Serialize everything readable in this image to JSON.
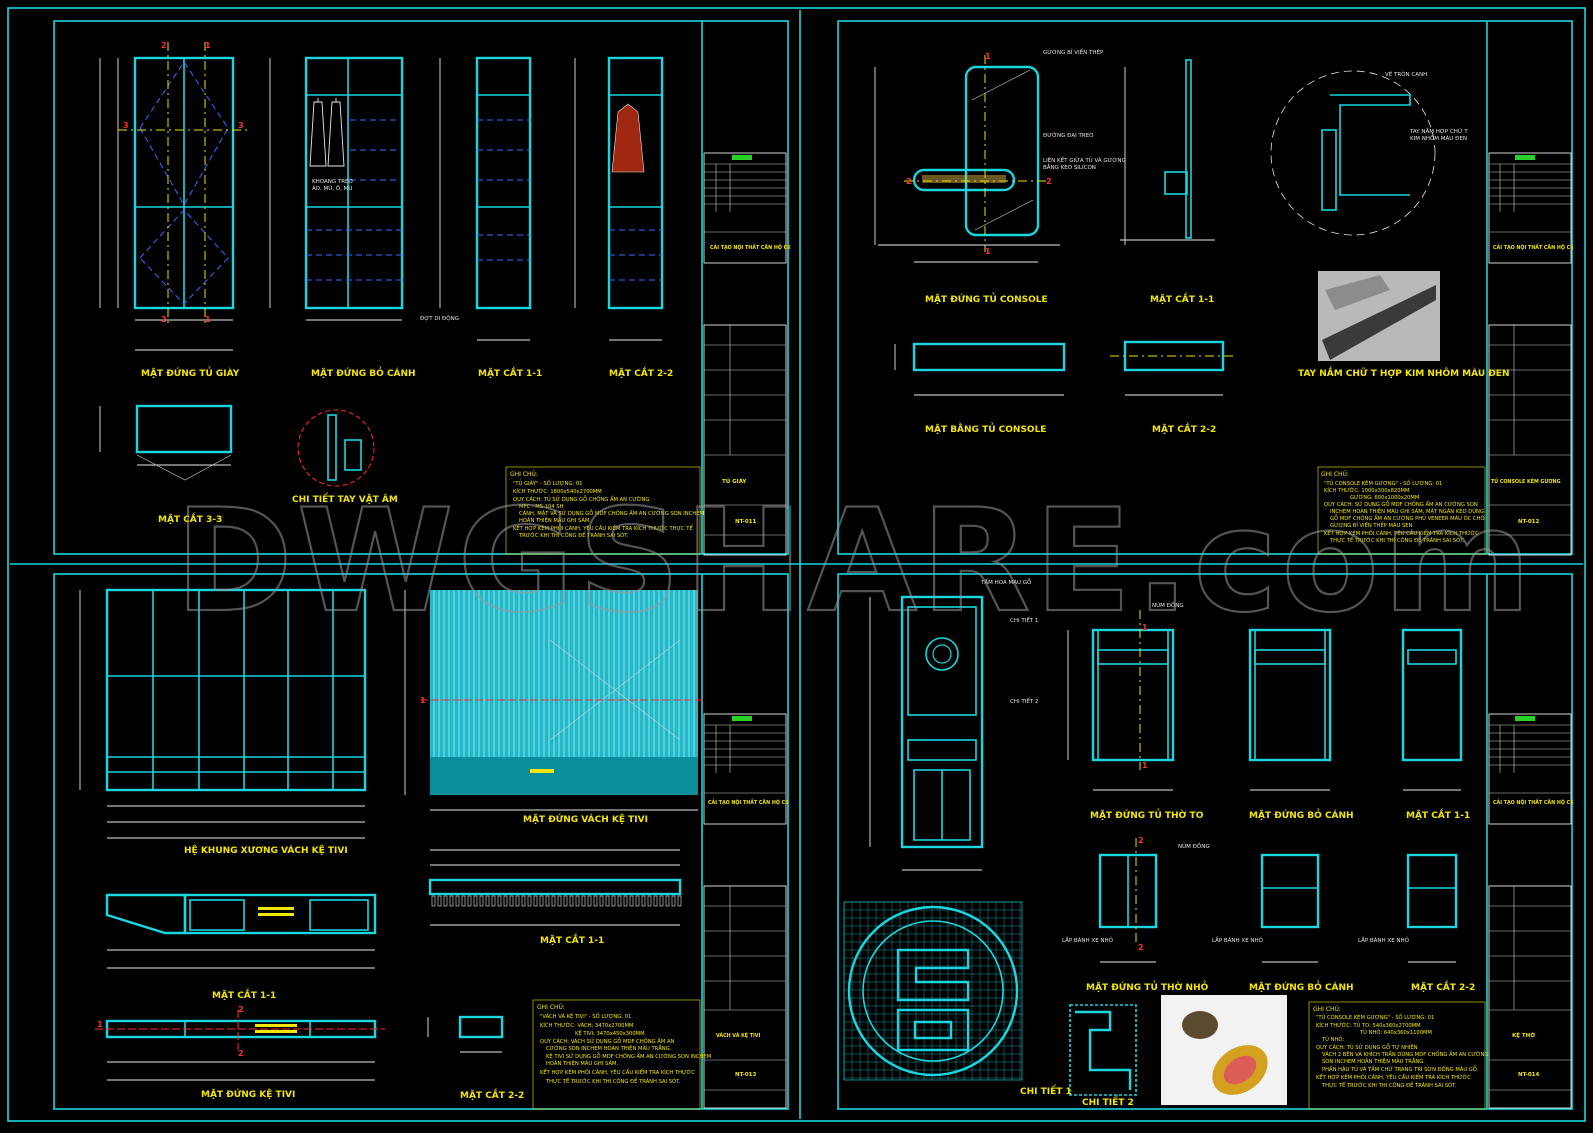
{
  "watermark": "DWGSHARE.com",
  "sheets": {
    "sheet1": {
      "labels": [
        "MẶT ĐỨNG TỦ GIÀY",
        "MẶT ĐỨNG BỎ CÁNH",
        "MẶT CẮT 1-1",
        "MẶT CẮT 2-2",
        "MẶT CẮT 3-3",
        "CHI TIẾT TAY VẶT ÂM"
      ],
      "annotations": [
        "KHOANG TREO",
        "ÁO, MŨ, Ô, MŨ",
        "ĐỢT DI ĐỘNG"
      ],
      "note_title": "GHI CHÚ:",
      "note_lines": [
        "\"TỦ GIÀY\" - SỐ LƯỢNG: 01",
        "KÍCH THƯỚC: 1800x540x2700MM",
        "QUY CÁCH: TỦ SỬ DỤNG GỖ CHỐNG ẨM AN CƯỜNG",
        "MFC - MS 104 SH",
        "CÁNH, MẶT VÀ SỬ DỤNG GỖ MDF CHỐNG ẨM AN CƯỜNG SON INCHEM",
        "HOÀN THIỆN MÀU GHI SÁM.",
        "KẾT HỢP KÈM PHỐI CÁNH, YÊU CẦU KIỂM TRA KÍCH THƯỚC THỰC TẾ",
        "TRƯỚC KHI THI CÔNG ĐỂ TRÁNH SAI SÓT."
      ],
      "tb_company": "CẢI TẠO NỘI THẤT CĂN HỘ C6",
      "tb_drawing": "TỦ GIÀY",
      "tb_code": "NT-011"
    },
    "sheet2": {
      "labels": [
        "MẶT ĐỨNG TỦ CONSOLE",
        "MẶT CẮT 1-1",
        "MẶT BẰNG TỦ CONSOLE",
        "MẶT CẮT 2-2",
        "TAY NẮM CHỮ T HỢP KIM NHÔM MÀU ĐEN"
      ],
      "annotations": [
        "GƯƠNG BỈ VIỀN THÉP",
        "ĐƯỜNG ĐẠI TREO",
        "LIÊN KẾT GIỮA TỦ VÀ GƯƠNG",
        "BẰNG KEO SILICON",
        "VẼ TRÒN CẠNH",
        "TAY NẮM HỢP CHỮ T",
        "KIM NHÔM MÀU ĐEN"
      ],
      "note_title": "GHI CHÚ:",
      "note_lines": [
        "\"TỦ CONSOLE KÈM GƯƠNG\" - SỐ LƯỢNG: 01",
        "KÍCH THƯỚC: 1000x300x820MM",
        "GƯƠNG: 600x1000x20MM",
        "QUY CÁCH: SỬ DỤNG GỖ MDF CHỐNG ẨM AN CƯỜNG SON",
        "INCHEM HOÀN THIỆN MÀU GHI SÁM, MẶT NGĂN KÉO DÙNG",
        "GỖ MDF CHỐNG ẨM AN CƯỜNG PHỦ VENEER MÀU ÓC CHÓ.",
        "GƯƠNG BỈ VIỀN THÉP MÀU SEN.",
        "KẾT HỢP KÈM PHỐI CÁNH, YÊU CẦU KIỂM TRA KÍCH THƯỚC",
        "THỰC TẾ TRƯỚC KHI THI CÔNG ĐỂ TRÁNH SAI SÓT."
      ],
      "tb_company": "CẢI TẠO NỘI THẤT CĂN HỘ C6",
      "tb_drawing": "TỦ CONSOLE KÈM GƯƠNG",
      "tb_code": "NT-012"
    },
    "sheet3": {
      "labels": [
        "HỆ KHUNG XƯƠNG VÁCH KỆ TIVI",
        "MẶT ĐỨNG VÁCH KỆ TIVI",
        "MẶT CẮT 1-1",
        "MẶT CẮT 1-1",
        "MẶT ĐỨNG KỆ TIVI",
        "MẶT CẮT 2-2"
      ],
      "note_title": "GHI CHÚ:",
      "note_lines": [
        "\"VÁCH VÀ KỆ TIVI\" - SỐ LƯỢNG: 01",
        "KÍCH THƯỚC: VÁCH: 3470x2700MM",
        "KỆ TIVI: 3470x450x300MM",
        "QUY CÁCH: VÁCH SỬ DỤNG GỖ MDF CHỐNG ẨM AN",
        "CƯỜNG SON INCHEM HOÀN THIỆN MÀU TRẮNG.",
        "KỆ TIVI SỬ DỤNG GỖ MDF CHỐNG ẨM AN CƯỜNG SON INCHEM",
        "HOÀN THIỆN MÀU GHI SÁM.",
        "KẾT HỢP KÈM PHỐI CÁNH, YÊU CẦU KIỂM TRA KÍCH THƯỚC",
        "THỰC TẾ TRƯỚC KHI THI CÔNG ĐỂ TRÁNH SAI SÓT."
      ],
      "tb_company": "CẢI TẠO NỘI THẤT CĂN HỘ C6",
      "tb_drawing": "VÁCH VÀ KỆ TIVI",
      "tb_code": "NT-013"
    },
    "sheet4": {
      "labels": [
        "MẶT ĐỨNG TỦ THỜ TO",
        "MẶT ĐỨNG BỎ CÁNH",
        "MẶT CẮT 1-1",
        "MẶT ĐỨNG TỦ THỜ NHỎ",
        "MẶT ĐỨNG BỎ CÁNH",
        "MẶT CẮT 2-2",
        "CHI TIẾT 1",
        "CHI TIẾT 2"
      ],
      "annotations": [
        "TẤM HOA MÀU GỖ",
        "CHI TIẾT 1",
        "CHI TIẾT 2",
        "NÚM ĐỒNG",
        "LẮP BÁNH XE NHỎ"
      ],
      "note_title": "GHI CHÚ:",
      "note_lines": [
        "\"TỦ CONSOLE KÈM GƯƠNG\" - SỐ LƯỢNG: 01",
        "KÍCH THƯỚC: TỦ TO: 540x360x2700MM",
        "TỦ NHỎ: 640x360x1100MM",
        "TỦ NHỎ:",
        "QUY CÁCH: TỦ SỬ DỤNG GỖ TỰ NHIÊN",
        "VÁCH 2 BÊN VÀ KHÍCH TRẦN DÙNG MDF CHỐNG ẨM AN CƯỜNG",
        "SON INCHEM HOÀN THIỆN MÀU TRẮNG.",
        "PHẦN HẬU TỦ VÀ TẤM CHỮ TRANG TRÍ SƠN ĐỒNG MÀU GỖ.",
        "KẾT HỢP KÈM PHỐI CÁNH, YÊU CẦU KIỂM TRA KÍCH THƯỚC",
        "THỰC TẾ TRƯỚC KHI THI CÔNG ĐỂ TRÁNH SAI SÓT."
      ],
      "tb_company": "CẢI TẠO NỘI THẤT CĂN HỘ C6",
      "tb_drawing": "KỆ THỜ",
      "tb_code": "NT-014"
    }
  },
  "colors": {
    "background": "#000000",
    "cyan": "#19d6e0",
    "label": "#f3e600",
    "section": "#ff3030"
  }
}
